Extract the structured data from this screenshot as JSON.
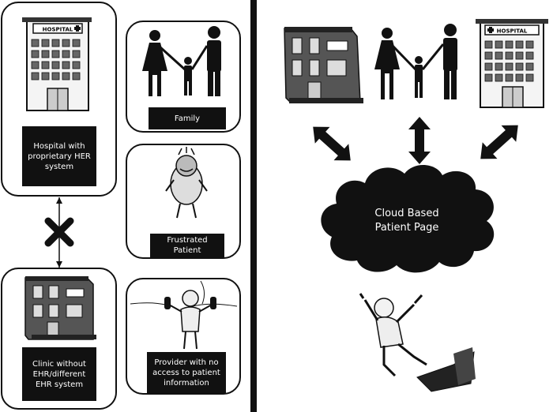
{
  "left": {
    "hospital_label": "Hospital with proprietary HER system",
    "family_label": "Family",
    "patient_label": "Frustrated Patient",
    "clinic_label": "Clinic without EHR/different EHR system",
    "provider_label": "Provider with no access to patient information",
    "hospital_sign": "HOSPITAL"
  },
  "right": {
    "cloud_line1": "Cloud Based",
    "cloud_line2": "Patient Page",
    "hospital_sign": "HOSPITAL"
  }
}
